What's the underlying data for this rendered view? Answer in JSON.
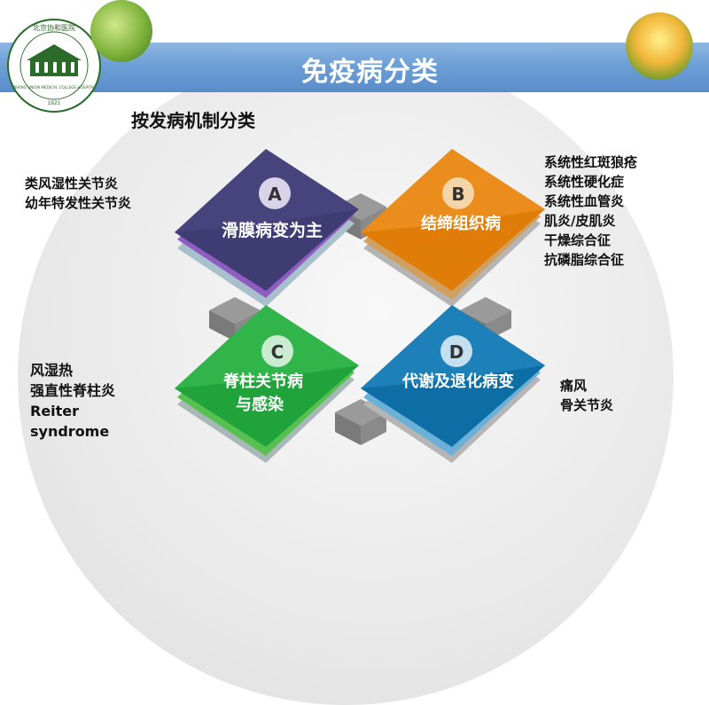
{
  "title": "免疫病分类",
  "subtitle": "按发病机制分类",
  "logo": {
    "text_top": "北京协和医院",
    "text_bottom": "PEKING UNION MEDICAL COLLEGE HOSPITAL",
    "year": "1921"
  },
  "colors": {
    "title_bar": "#6d9fd6",
    "card_a": "#3c3a6e",
    "card_b": "#e07c08",
    "card_c": "#1fa33a",
    "card_d": "#0d6ea5"
  },
  "cards": {
    "a": {
      "letter": "A",
      "label": "滑膜病变为主"
    },
    "b": {
      "letter": "B",
      "label": "结缔组织病"
    },
    "c": {
      "letter": "C",
      "label_line1": "脊柱关节病",
      "label_line2": "与感染"
    },
    "d": {
      "letter": "D",
      "label": "代谢及退化病变"
    }
  },
  "lists": {
    "a": [
      "类风湿性关节炎",
      "幼年特发性关节炎"
    ],
    "b": [
      "系统性红斑狼疮",
      "系统性硬化症",
      "系统性血管炎",
      "肌炎/皮肌炎",
      "干燥综合征",
      "抗磷脂综合征"
    ],
    "c": [
      "风湿热",
      "强直性脊柱炎",
      "Reiter",
      "syndrome"
    ],
    "d": [
      "痛风",
      "骨关节炎"
    ]
  }
}
